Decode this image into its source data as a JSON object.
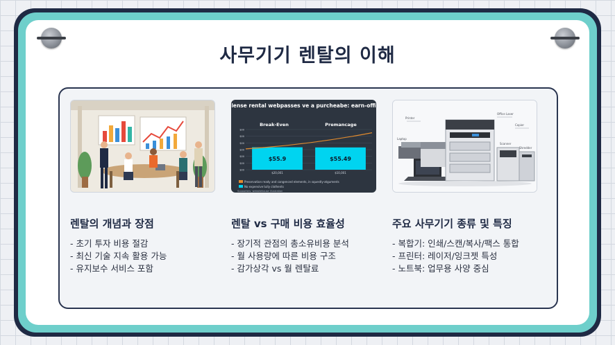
{
  "slide": {
    "title": "사무기기 렌탈의 이해"
  },
  "columns": [
    {
      "heading": "렌탈의 개념과 장점",
      "items": [
        "- 초기 투자 비용 절감",
        "- 최신 기술 지속 활용 가능",
        "- 유지보수 서비스 포함"
      ],
      "image_icon": "office-meeting-illustration-icon"
    },
    {
      "heading": "렌탈 vs 구매 비용 효율성",
      "items": [
        "- 장기적 관점의 총소유비용 분석",
        "- 월 사용량에 따른 비용 구조",
        "- 감가상각 vs 월 렌탈료"
      ],
      "image_icon": "cost-comparison-chart-icon"
    },
    {
      "heading": "주요 사무기기 종류 및 특징",
      "items": [
        "- 복합기: 인쇄/스캔/복사/팩스 통합",
        "- 프린터: 레이저/잉크젯 특성",
        "- 노트북: 업무용 사양 중심"
      ],
      "image_icon": "office-equipment-illustration-icon"
    }
  ],
  "chart_data": {
    "type": "bar",
    "title": "Comparison princlense rental webpasses ve a purcheabe: earn-office castimenation:",
    "categories": [
      "Break-Even",
      "Premancage"
    ],
    "values": [
      55.9,
      55.49
    ],
    "data_labels": [
      "$55.9",
      "$55.49"
    ],
    "x_tick_labels": [
      "$20,001",
      "$10,001"
    ],
    "y_tick_labels": [
      "$00",
      "$00",
      "$00",
      "$00",
      "$00",
      "$00",
      "$00"
    ],
    "ylim": [
      0,
      100
    ],
    "legend": [
      "Preservation ready and cangenced elements, in squestly-atguments",
      "No expensive tully clothents"
    ],
    "footer": "Supporters, websitehouse illustration",
    "colors": {
      "bar": "#00d4f0",
      "line": "#e08a2e",
      "background": "#2d3540"
    }
  },
  "equipment_labels": [
    "Printer",
    "Office Laser",
    "Copier",
    "Laptop",
    "Scanner",
    "Shredder"
  ]
}
